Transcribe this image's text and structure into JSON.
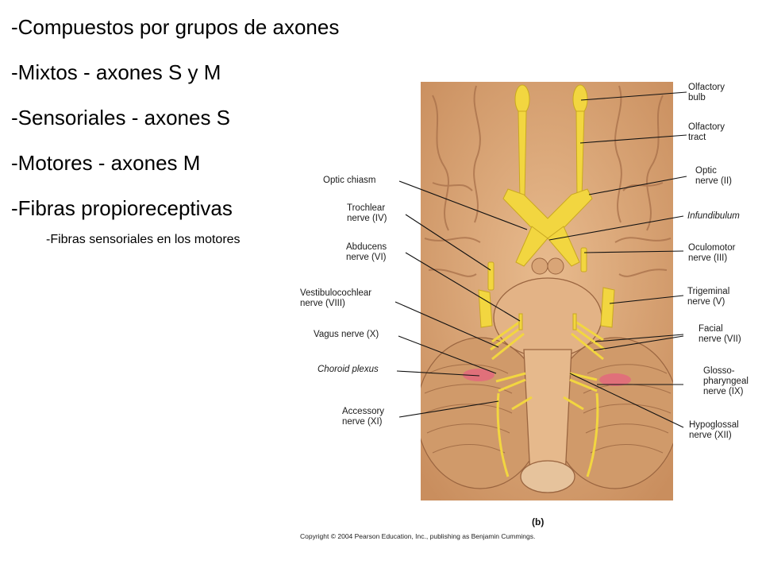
{
  "slide": {
    "bullets": [
      "-Compuestos por grupos de axones",
      "-Mixtos - axones S y M",
      "-Sensoriales - axones S",
      "-Motores - axones M",
      "-Fibras propioreceptivas"
    ],
    "subbullet": "-Fibras sensoriales en los motores"
  },
  "diagram": {
    "panel_tag": "(b)",
    "copyright": "Copyright © 2004 Pearson Education, Inc., publishing as Benjamin Cummings.",
    "colors": {
      "brain": "#d9a577",
      "brain_dark": "#a8704a",
      "nerve": "#f2d640",
      "choroid": "#e0707a"
    },
    "labels_left": [
      {
        "lines": [
          "Optic chiasm"
        ]
      },
      {
        "lines": [
          "Trochlear",
          "nerve (IV)"
        ]
      },
      {
        "lines": [
          "Abducens",
          "nerve (VI)"
        ]
      },
      {
        "lines": [
          "Vestibulocochlear",
          "nerve (VIII)"
        ]
      },
      {
        "lines": [
          "Vagus nerve (X)"
        ]
      },
      {
        "lines": [
          "Choroid plexus"
        ],
        "italic": true
      },
      {
        "lines": [
          "Accessory",
          "nerve (XI)"
        ]
      }
    ],
    "labels_right": [
      {
        "lines": [
          "Olfactory",
          "bulb"
        ]
      },
      {
        "lines": [
          "Olfactory",
          "tract"
        ]
      },
      {
        "lines": [
          "Optic",
          "nerve (II)"
        ]
      },
      {
        "lines": [
          "Infundibulum"
        ],
        "italic": true
      },
      {
        "lines": [
          "Oculomotor",
          "nerve (III)"
        ]
      },
      {
        "lines": [
          "Trigeminal",
          "nerve (V)"
        ]
      },
      {
        "lines": [
          "Facial",
          "nerve (VII)"
        ]
      },
      {
        "lines": [
          "Glosso-",
          "pharyngeal",
          "nerve (IX)"
        ]
      },
      {
        "lines": [
          "Hypoglossal",
          "nerve (XII)"
        ]
      }
    ]
  }
}
